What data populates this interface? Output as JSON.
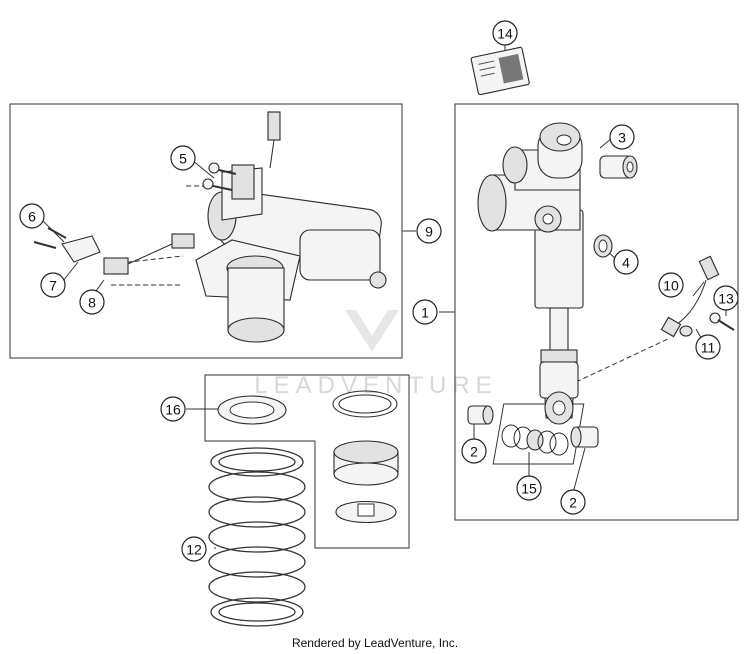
{
  "credit": "Rendered by LeadVenture, Inc.",
  "watermark": "LEADVENTURE",
  "callouts": [
    {
      "id": "callout-1",
      "label": "1"
    },
    {
      "id": "callout-2a",
      "label": "2"
    },
    {
      "id": "callout-2b",
      "label": "2"
    },
    {
      "id": "callout-3",
      "label": "3"
    },
    {
      "id": "callout-4",
      "label": "4"
    },
    {
      "id": "callout-5",
      "label": "5"
    },
    {
      "id": "callout-6",
      "label": "6"
    },
    {
      "id": "callout-7",
      "label": "7"
    },
    {
      "id": "callout-8",
      "label": "8"
    },
    {
      "id": "callout-9",
      "label": "9"
    },
    {
      "id": "callout-10",
      "label": "10"
    },
    {
      "id": "callout-11",
      "label": "11"
    },
    {
      "id": "callout-12",
      "label": "12"
    },
    {
      "id": "callout-13",
      "label": "13"
    },
    {
      "id": "callout-14",
      "label": "14"
    },
    {
      "id": "callout-15",
      "label": "15"
    },
    {
      "id": "callout-16",
      "label": "16"
    }
  ]
}
